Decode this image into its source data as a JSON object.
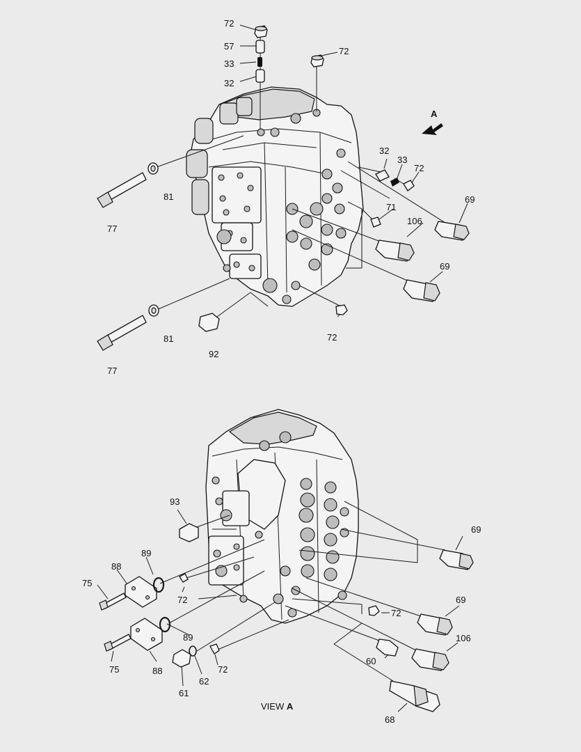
{
  "callouts_top": [
    "72",
    "57",
    "33",
    "32",
    "72",
    "A",
    "32",
    "33",
    "72",
    "81",
    "71",
    "69",
    "106",
    "77",
    "69",
    "81",
    "72",
    "92",
    "77"
  ],
  "callouts_bottom": [
    "93",
    "69",
    "88",
    "89",
    "75",
    "72",
    "69",
    "72",
    "89",
    "106",
    "75",
    "88",
    "61",
    "62",
    "72",
    "60",
    "68"
  ],
  "view_label": {
    "prefix": "VIEW ",
    "letter": "A"
  }
}
